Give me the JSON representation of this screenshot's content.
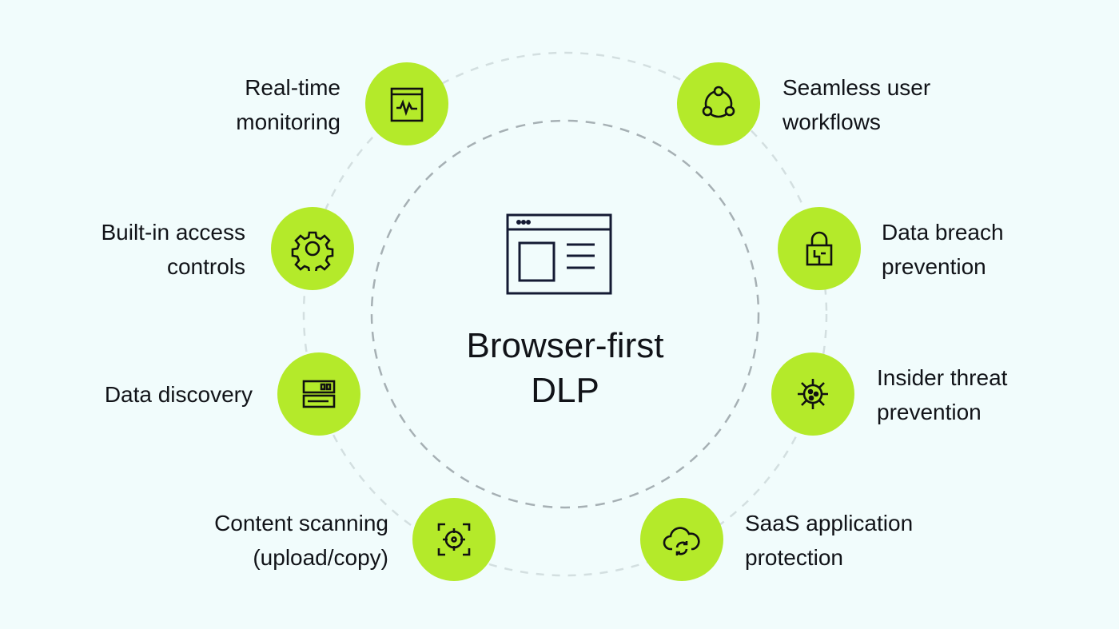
{
  "center": {
    "title_line1": "Browser-first",
    "title_line2": "DLP",
    "icon": "browser-window-icon"
  },
  "features": [
    {
      "line1": "Real-time",
      "line2": "monitoring",
      "icon": "activity-monitor-icon"
    },
    {
      "line1": "Seamless user",
      "line2": "workflows",
      "icon": "workflow-cycle-icon"
    },
    {
      "line1": "Built-in access",
      "line2": "controls",
      "icon": "gear-icon"
    },
    {
      "line1": "Data breach",
      "line2": "prevention",
      "icon": "lock-icon"
    },
    {
      "line1": "Data discovery",
      "line2": "",
      "icon": "server-icon"
    },
    {
      "line1": "Insider threat",
      "line2": "prevention",
      "icon": "virus-icon"
    },
    {
      "line1": "Content scanning",
      "line2": "(upload/copy)",
      "icon": "target-scan-icon"
    },
    {
      "line1": "SaaS application",
      "line2": "protection",
      "icon": "cloud-sync-icon"
    }
  ],
  "colors": {
    "accent": "#b4ea2a",
    "background": "#f1fcfc",
    "text": "#111318"
  }
}
